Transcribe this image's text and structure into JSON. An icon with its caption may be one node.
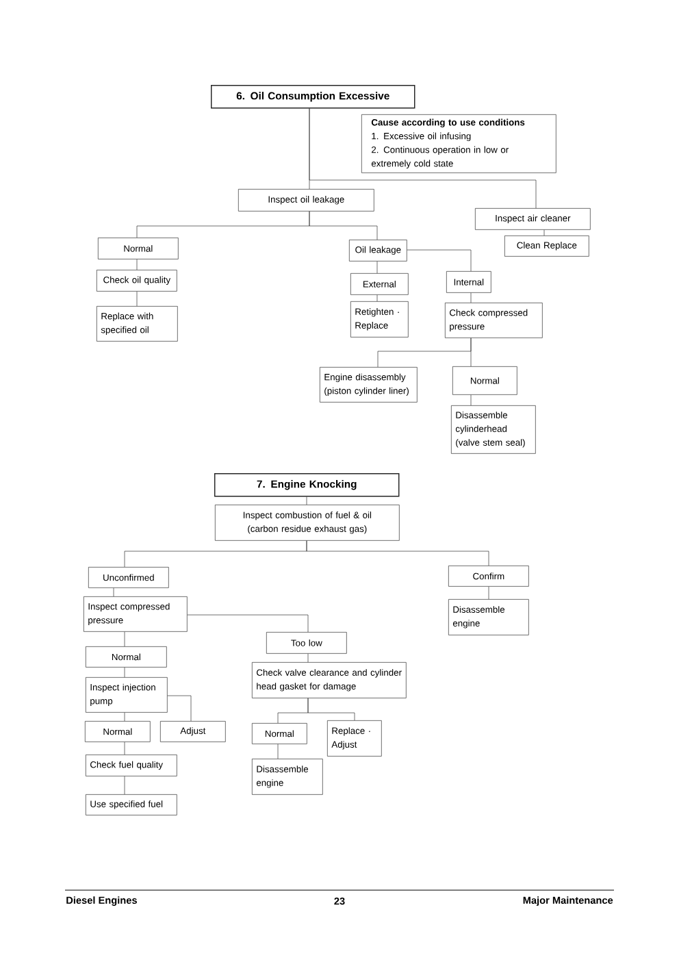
{
  "diagram": {
    "nodes": [
      {
        "text": [
          "6. Oil Consumption Excessive"
        ]
      },
      {
        "text": [
          "Cause according to use conditions",
          "1. Excessive oil infusing",
          "2. Continuous operation in low or extremely cold state"
        ]
      },
      {
        "text": [
          "Inspect oil leakage"
        ]
      },
      {
        "text": [
          "Inspect air cleaner"
        ]
      },
      {
        "text": [
          "Clean Replace"
        ]
      },
      {
        "text": [
          "Normal"
        ]
      },
      {
        "text": [
          "Check oil quality"
        ]
      },
      {
        "text": [
          "Replace with specified oil"
        ]
      },
      {
        "text": [
          "Oil leakage"
        ]
      },
      {
        "text": [
          "External"
        ]
      },
      {
        "text": [
          "Retighten · Replace"
        ]
      },
      {
        "text": [
          "Internal"
        ]
      },
      {
        "text": [
          "Check compressed pressure"
        ]
      },
      {
        "text": [
          "Engine disassembly (piston cylinder liner)"
        ]
      },
      {
        "text": [
          "Normal"
        ]
      },
      {
        "text": [
          "Disassemble cylinderhead (valve stem seal)"
        ]
      },
      {
        "text": [
          "7. Engine Knocking"
        ]
      },
      {
        "text": [
          "Inspect combustion of fuel & oil (carbon residue exhaust gas)"
        ]
      },
      {
        "text": [
          "Unconfirmed"
        ]
      },
      {
        "text": [
          "Confirm"
        ]
      },
      {
        "text": [
          "Disassemble engine"
        ]
      },
      {
        "text": [
          "Inspect compressed pressure"
        ]
      },
      {
        "text": [
          "Too low"
        ]
      },
      {
        "text": [
          "Check valve clearance and cylinder head gasket for damage"
        ]
      },
      {
        "text": [
          "Normal"
        ]
      },
      {
        "text": [
          "Inspect injection pump"
        ]
      },
      {
        "text": [
          "Normal"
        ]
      },
      {
        "text": [
          "Adjust"
        ]
      },
      {
        "text": [
          "Check fuel quality"
        ]
      },
      {
        "text": [
          "Use specified fuel"
        ]
      },
      {
        "text": [
          "Normal"
        ]
      },
      {
        "text": [
          "Replace · Adjust"
        ]
      },
      {
        "text": [
          "Disassemble engine"
        ]
      }
    ],
    "edges": [
      {
        "from": 0,
        "to": 2,
        "arrow": "none"
      },
      {
        "from": 0,
        "to": 3,
        "arrow": "none"
      },
      {
        "from": 2,
        "to": 5,
        "arrow": "none"
      },
      {
        "from": 2,
        "to": 8,
        "arrow": "none"
      },
      {
        "from": 3,
        "to": 4,
        "arrow": "none"
      },
      {
        "from": 5,
        "to": 6,
        "arrow": "none"
      },
      {
        "from": 6,
        "to": 7,
        "arrow": "none"
      },
      {
        "from": 8,
        "to": 9,
        "arrow": "none"
      },
      {
        "from": 8,
        "to": 11,
        "arrow": "none"
      },
      {
        "from": 9,
        "to": 10,
        "arrow": "none"
      },
      {
        "from": 11,
        "to": 12,
        "arrow": "none"
      },
      {
        "from": 12,
        "to": 13,
        "arrow": "none"
      },
      {
        "from": 12,
        "to": 14,
        "arrow": "none"
      },
      {
        "from": 14,
        "to": 15,
        "arrow": "none"
      },
      {
        "from": 16,
        "to": 17,
        "arrow": "none"
      },
      {
        "from": 17,
        "to": 18,
        "arrow": "none"
      },
      {
        "from": 17,
        "to": 19,
        "arrow": "none"
      },
      {
        "from": 19,
        "to": 20,
        "arrow": "none"
      },
      {
        "from": 18,
        "to": 21,
        "arrow": "none"
      },
      {
        "from": 21,
        "to": 22,
        "arrow": "none"
      },
      {
        "from": 21,
        "to": 24,
        "arrow": "none"
      },
      {
        "from": 24,
        "to": 25,
        "arrow": "none"
      },
      {
        "from": 25,
        "to": 26,
        "arrow": "none"
      },
      {
        "from": 25,
        "to": 27,
        "arrow": "none"
      },
      {
        "from": 26,
        "to": 28,
        "arrow": "none"
      },
      {
        "from": 28,
        "to": 29,
        "arrow": "none"
      },
      {
        "from": 22,
        "to": 23,
        "arrow": "none"
      },
      {
        "from": 23,
        "to": 30,
        "arrow": "none"
      },
      {
        "from": 23,
        "to": 31,
        "arrow": "none"
      },
      {
        "from": 30,
        "to": 32,
        "arrow": "none"
      }
    ],
    "labels": [
      "Diesel Engines",
      "23",
      "Major Maintenance"
    ]
  }
}
